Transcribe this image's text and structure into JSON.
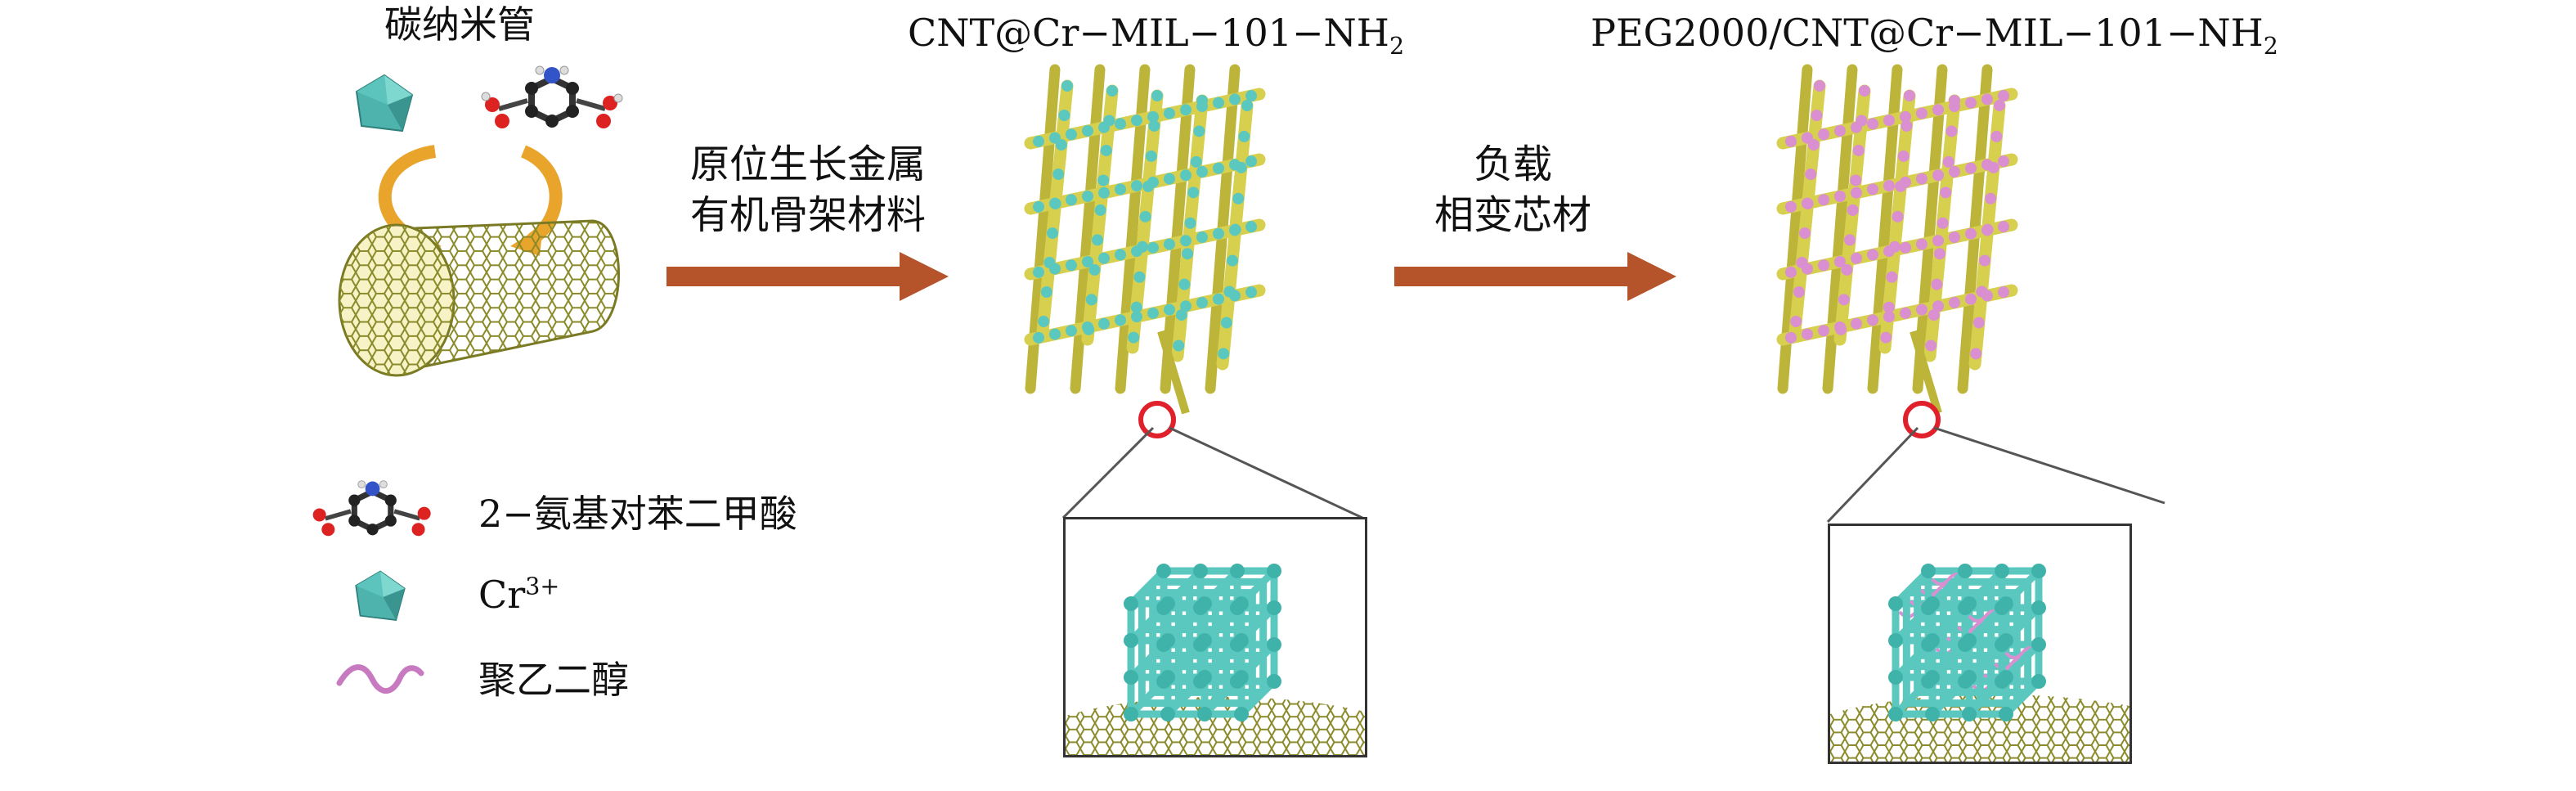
{
  "labels": {
    "cnt": "碳纳米管",
    "mof_main": "CNT@Cr−MIL−101−NH",
    "mof_sub": "2",
    "peg_main": "PEG2000/CNT@Cr−MIL−101−NH",
    "peg_sub": "2"
  },
  "steps": {
    "step1_line1": "原位生长金属",
    "step1_line2": "有机骨架材料",
    "step2_line1": "负载",
    "step2_line2": "相变芯材"
  },
  "legend": {
    "ligand": "2−氨基对苯二甲酸",
    "cr_main": "Cr",
    "cr_sup": "3+",
    "peg": "聚乙二醇"
  },
  "colors": {
    "arrow": "#b5532a",
    "cyan": "#5bc8c0",
    "yellow": "#d7cf4e",
    "pink": "#d98fd0",
    "cnt": "#8a8a2a",
    "orange": "#e9a52b",
    "red_circle": "#e0202a"
  }
}
